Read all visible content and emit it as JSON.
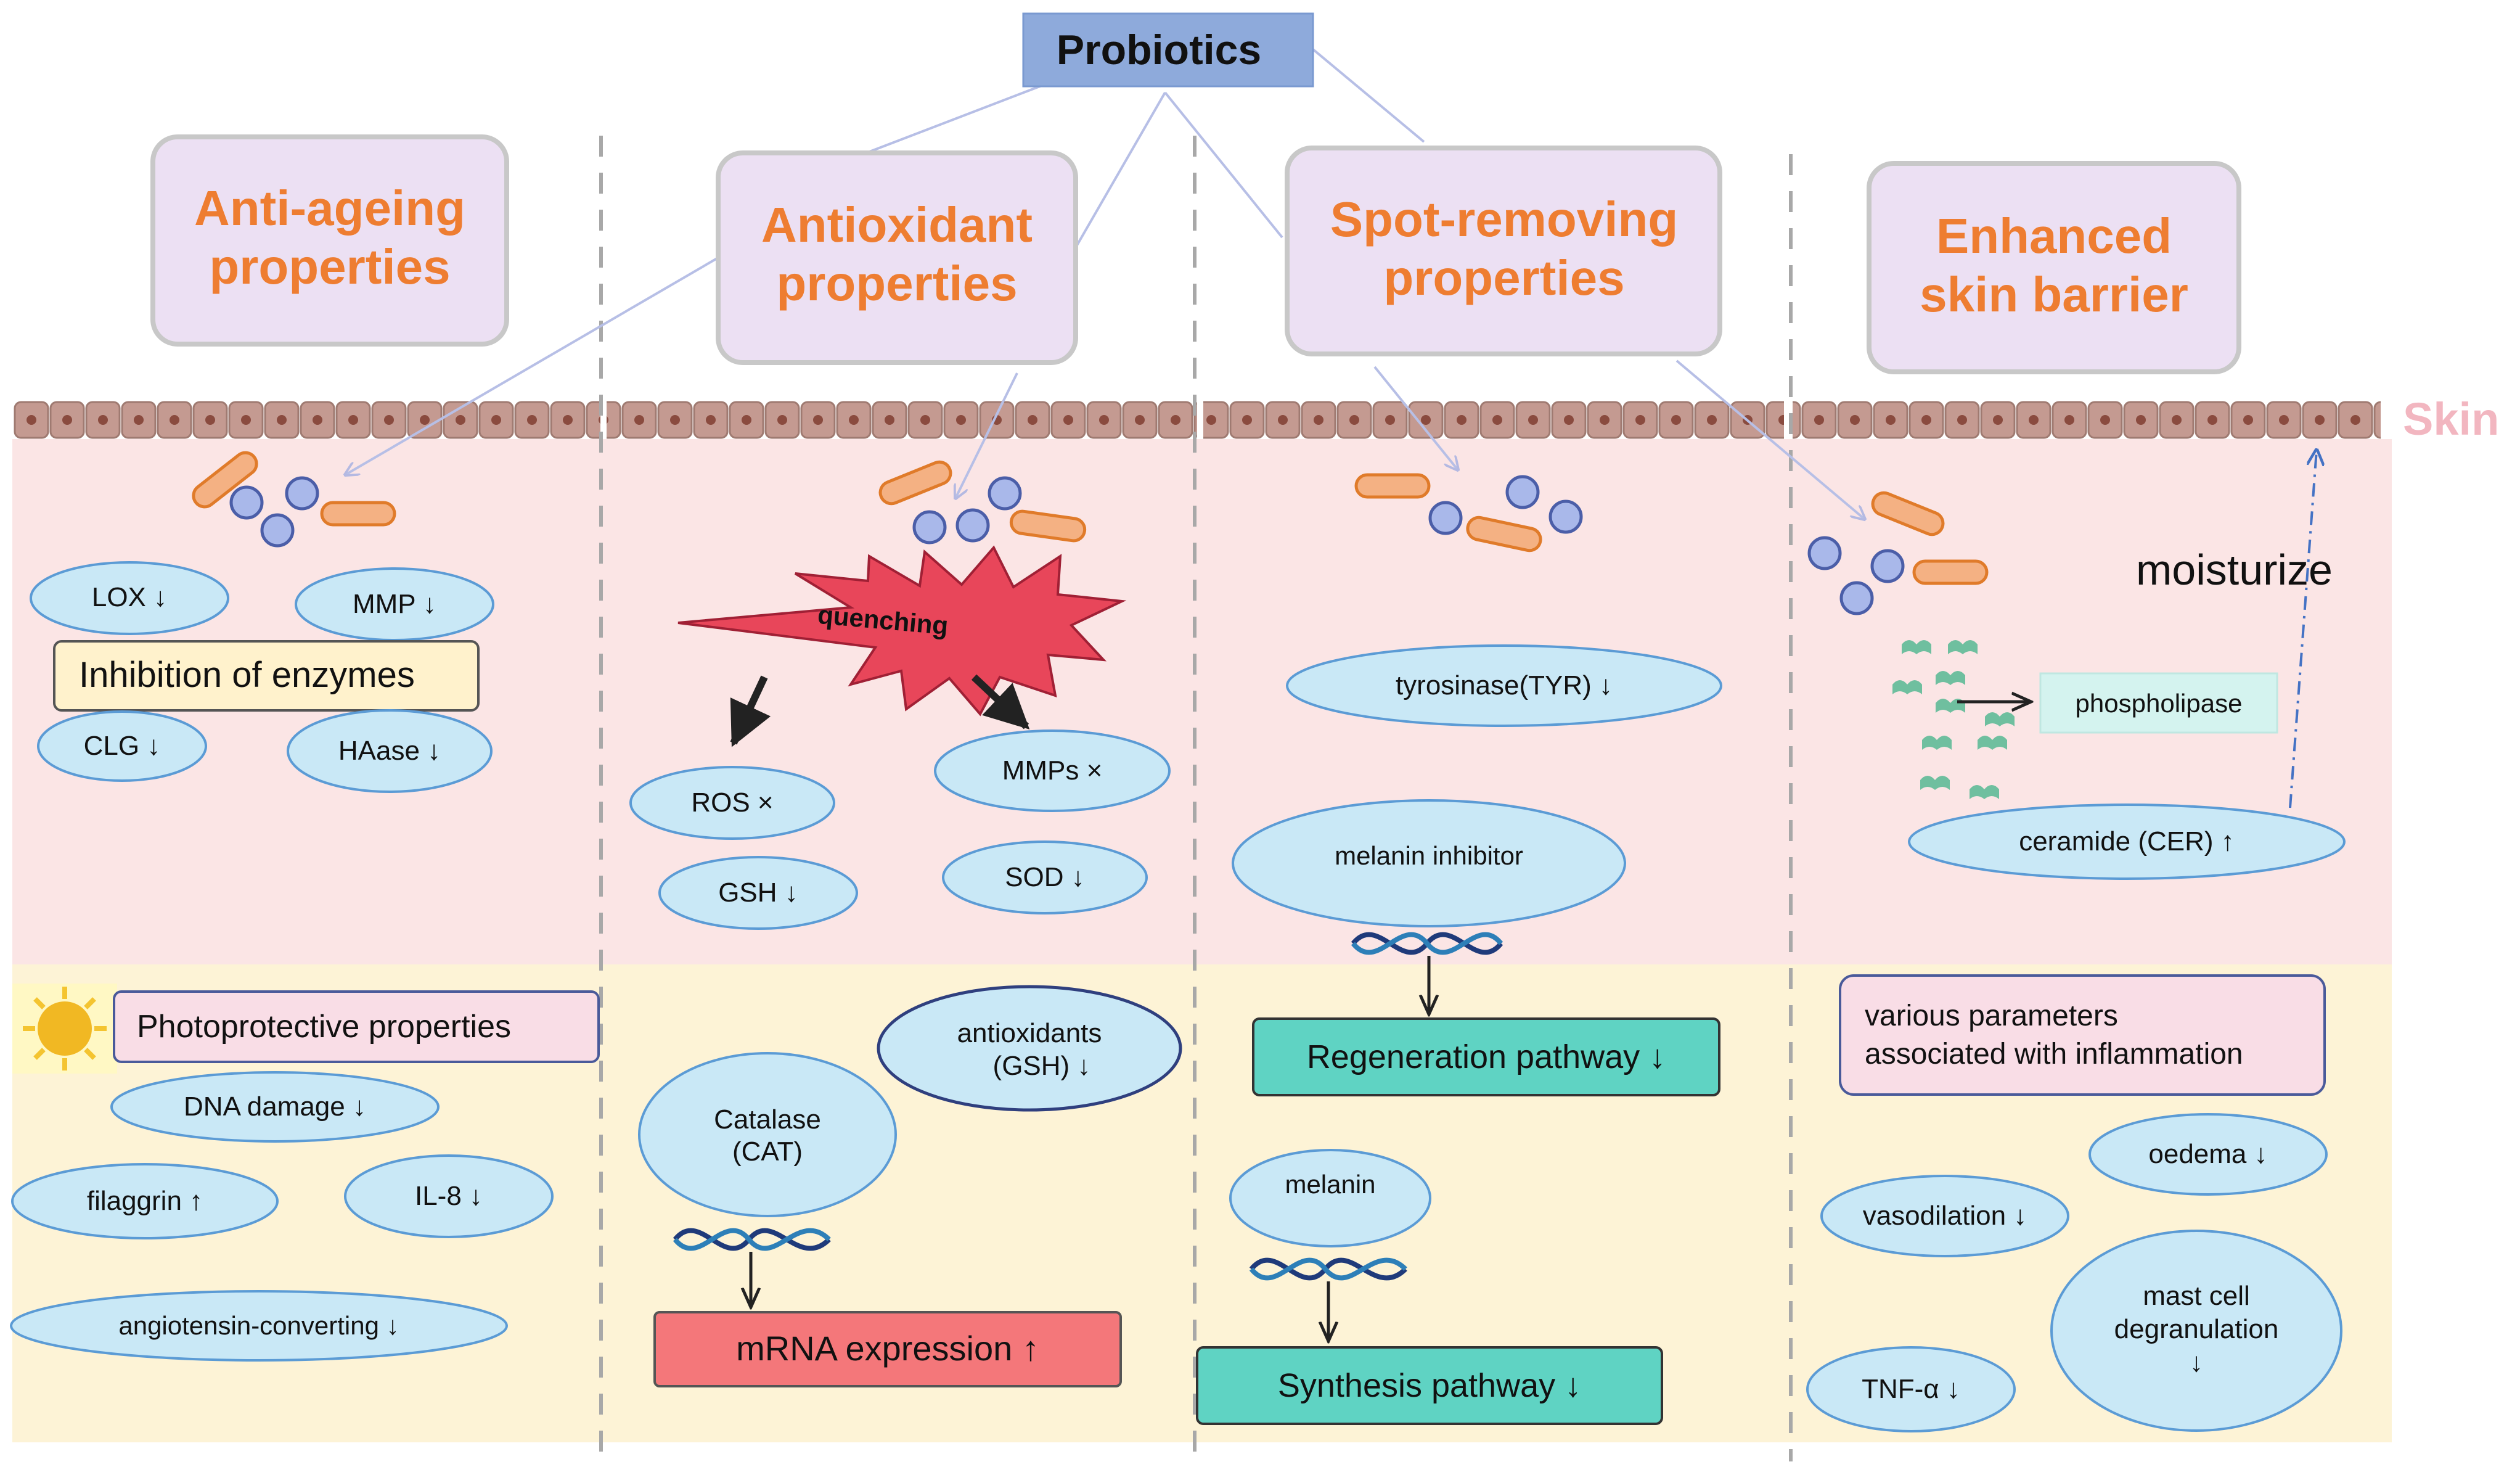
{
  "title": "Probiotics",
  "skin_label": "Skin",
  "colors": {
    "title_box": "#8eaadb",
    "category_box": "#ece0f3",
    "category_text": "#ee7d31",
    "skin_label": "#f2b6c0",
    "upper_band": "#fbe5e5",
    "lower_band": "#fdf3d6",
    "ellipse_fill": "#c9e8f6",
    "ellipse_stroke": "#5b9bd5",
    "teal_box": "#5fd3c3",
    "red_box": "#f4777a",
    "bacterium_rod": "#f4b183",
    "bacterium_coccus": "#a9b8ea",
    "burst": "#e8465a"
  },
  "categories": [
    {
      "line1": "Anti-ageing",
      "line2": "properties"
    },
    {
      "line1": "Antioxidant",
      "line2": "properties"
    },
    {
      "line1": "Spot-removing",
      "line2": "properties"
    },
    {
      "line1": "Enhanced",
      "line2": "skin barrier"
    }
  ],
  "anti_ageing": {
    "lox": "LOX ↓",
    "mmp": "MMP ↓",
    "enzymes_box": "Inhibition of enzymes",
    "clg": "CLG ↓",
    "haase": "HAase ↓",
    "photo_box": "Photoprotective properties",
    "dna": "DNA damage ↓",
    "filaggrin": "filaggrin ↑",
    "il8": "IL-8 ↓",
    "ace": "angiotensin-converting ↓"
  },
  "antioxidant": {
    "quenching": "quenching",
    "ros": "ROS ×",
    "mmps": "MMPs ×",
    "gsh": "GSH ↓",
    "sod": "SOD ↓",
    "antiox_line1": "antioxidants",
    "antiox_line2": "(GSH)  ↓",
    "catalase_line1": "Catalase",
    "catalase_line2": "(CAT)",
    "mrna": "mRNA expression ↑"
  },
  "spot_removing": {
    "tyr": "tyrosinase(TYR) ↓",
    "melanin_inhibitor": "melanin inhibitor",
    "regeneration": "Regeneration pathway ↓",
    "melanin": "melanin",
    "synthesis": "Synthesis pathway ↓"
  },
  "skin_barrier": {
    "moisturize": "moisturize",
    "phospholipase": "phospholipase",
    "ceramide": "ceramide (CER) ↑",
    "inflam_line1": "various parameters",
    "inflam_line2": "associated with inflammation",
    "oedema": "oedema ↓",
    "vasodilation": "vasodilation ↓",
    "mast_line1": "mast cell",
    "mast_line2": "degranulation",
    "mast_line3": "↓",
    "tnf": "TNF-α ↓"
  }
}
